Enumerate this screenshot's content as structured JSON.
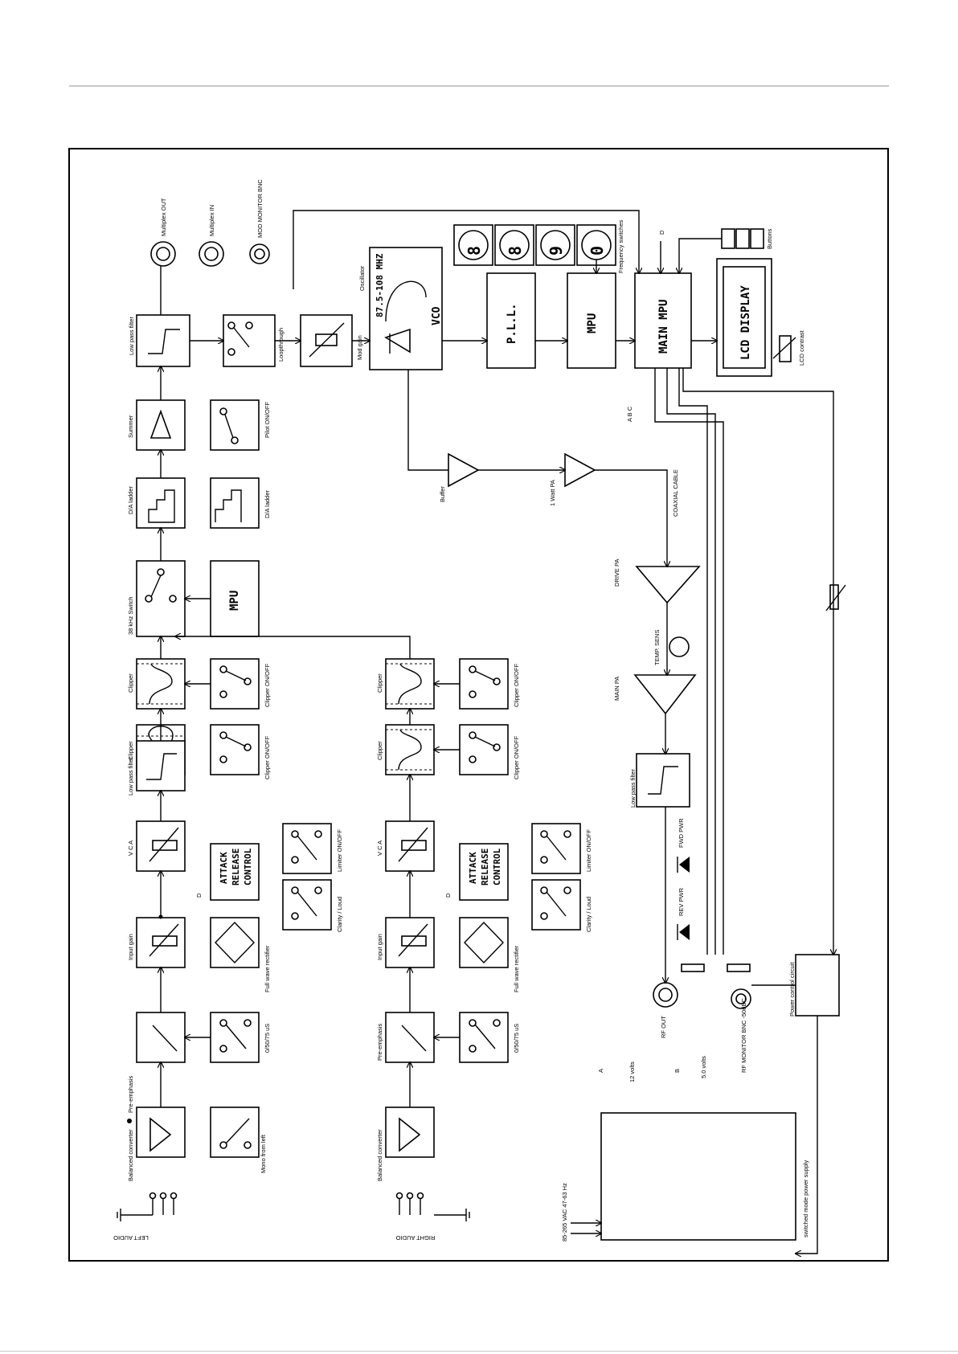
{
  "texts": {
    "left_audio": "LEFT AUDIO",
    "right_audio": "RIGHT AUDIO",
    "balanced_converter": "Balanced converter",
    "mono_from_left": "Mono from left",
    "preemphasis": "Pre-emphasis",
    "preemphasis_sw": "0/50/75 uS",
    "input_gain": "Input gain",
    "full_wave_rectifier": "Full wave rectifier",
    "vca": "V C A",
    "d": "D",
    "arc_1": "ATTACK",
    "arc_2": "RELEASE",
    "arc_3": "CONTROL",
    "clarity": "Clarity / Loud",
    "limiter_onoff": "Limiter ON/OFF",
    "clipper": "Clipper",
    "clipper_onoff": "Clipper ON/OFF",
    "low_pass_filter": "Low pass filter",
    "switch_38": "38 kHz Switch",
    "mpu": "MPU",
    "da_ladder": "D/A ladder",
    "summer": "Summer",
    "pilot_onoff": "Pilot ON/OFF",
    "loopthrough": "Loopthrough",
    "mod_gain": "Mod gain",
    "multiplex_out": "Multiplex OUT",
    "multiplex_in": "Multiplex IN",
    "mod_monitor_bnc": "MOD MONITOR BNC",
    "oscillator": "Oscillator",
    "vco_freq": "87.5-108 MHZ",
    "vco": "VCO",
    "pll": "P.L.L.",
    "main_mpu": "MAIN MPU",
    "lcd_display": "LCD DISPLAY",
    "lcd_contrast": "LCD contrast",
    "buttons": "Buttons",
    "frequency_switches": "Frequency switches",
    "digit_1": "8",
    "digit_2": "8",
    "digit_3": "9",
    "digit_4": "0",
    "abc": "A B C",
    "buffer": "Buffer",
    "one_watt_pa": "1 Watt PA",
    "coaxial_cable": "COAXIAL CABLE",
    "drive_pa": "DRIVE PA",
    "temp_sens": "TEMP. SENS",
    "main_pa": "MAIN PA",
    "fwd_pwr": "FWD PWR",
    "rev_pwr": "REV PWR",
    "rf_out": "RF OUT",
    "rf_monitor": "RF MONITOR BNC -50dBC",
    "power_control": "Power control circuit",
    "a": "A",
    "b": "B",
    "twelve_volts": "12 volts",
    "five_volts": "5.0 volts",
    "mains_in": "85-265 VAC 47-63 Hz",
    "psu": "switched mode power supply"
  }
}
